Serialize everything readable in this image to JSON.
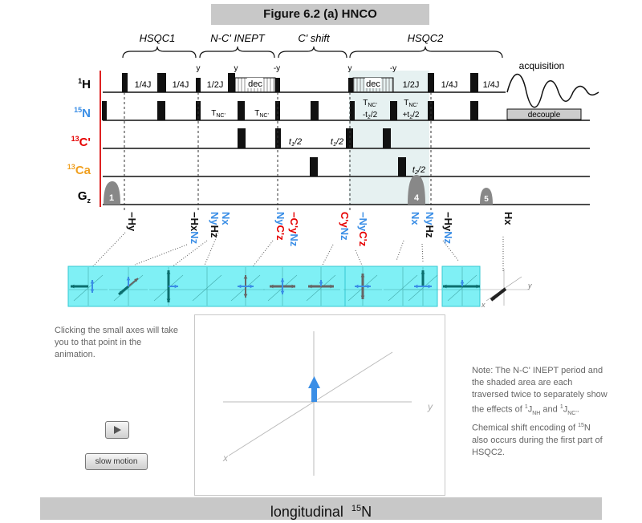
{
  "title": "Figure 6.2 (a) HNCO",
  "periods": {
    "hsqc1": "HSQC1",
    "inept": "N-C' INEPT",
    "cshift": "C' shift",
    "hsqc2": "HSQC2"
  },
  "acquisition": "acquisition",
  "channels": {
    "h": "H",
    "h_sup": "1",
    "n": "N",
    "n_sup": "15",
    "c": "C'",
    "c_sup": "13",
    "ca": "Ca",
    "ca_sup": "13",
    "gz": "G",
    "gz_sub": "z"
  },
  "pulse_phases": {
    "p1": "y",
    "p2": "y",
    "p3": "-y",
    "p4": "y",
    "p5": "-y"
  },
  "delays_h": {
    "d1": "1/4J",
    "d2": "1/4J",
    "d3": "1/2J",
    "dec1": "dec",
    "dec2": "dec",
    "d4": "1/2J",
    "d5": "1/4J",
    "d6": "1/4J"
  },
  "delays_n": {
    "tnc1": "T",
    "tnc1_sub": "NC'",
    "tnc2": "T",
    "tnc2_sub": "NC'",
    "tnc3": "T",
    "tnc3_sub": "NC'",
    "tnc3_b": "-t",
    "tnc3_b_sub": "2",
    "tnc3_b_end": "/2",
    "tnc4": "T",
    "tnc4_sub": "NC'",
    "tnc4_b": "+t",
    "tnc4_b_sub": "2",
    "tnc4_b_end": "/2"
  },
  "decouple": "decouple",
  "delays_c": {
    "t1a": "t",
    "t1a_sub": "1",
    "t1a_end": "/2",
    "t1b": "t",
    "t1b_sub": "1",
    "t1b_end": "/2"
  },
  "delays_ca": {
    "t2": "t",
    "t2_sub": "2",
    "t2_end": "/2"
  },
  "gradients": [
    "1",
    "4",
    "5"
  ],
  "states": [
    {
      "text": "−Hy",
      "colors": [
        "k",
        "k",
        "k"
      ]
    },
    {
      "text": "−HxNz",
      "colors": [
        "k",
        "k",
        "k",
        "b",
        "b"
      ]
    },
    {
      "text": "NyHz",
      "colors": [
        "b",
        "b",
        "k",
        "k"
      ]
    },
    {
      "text": "Nx",
      "colors": [
        "b",
        "b"
      ]
    },
    {
      "text": "NyC'z",
      "colors": [
        "b",
        "b",
        "r",
        "r",
        "r"
      ]
    },
    {
      "text": "−C'yNz",
      "colors": [
        "r",
        "r",
        "r",
        "r",
        "b",
        "b"
      ]
    },
    {
      "text": "C'yNz",
      "colors": [
        "r",
        "r",
        "r",
        "b",
        "b"
      ]
    },
    {
      "text": "−NyC'z",
      "colors": [
        "b",
        "b",
        "b",
        "r",
        "r",
        "r"
      ]
    },
    {
      "text": "Nx",
      "colors": [
        "b",
        "b"
      ]
    },
    {
      "text": "NyHz",
      "colors": [
        "b",
        "b",
        "k",
        "k"
      ]
    },
    {
      "text": "−HyNz",
      "colors": [
        "k",
        "k",
        "k",
        "b",
        "b"
      ]
    },
    {
      "text": "Hx",
      "colors": [
        "k",
        "k"
      ]
    }
  ],
  "thumb_axis": {
    "x": "x",
    "y": "y"
  },
  "click_hint": "Clicking the small axes will take you to that point in the animation.",
  "slow_motion": "slow motion",
  "main_axes": {
    "x": "x",
    "y": "y"
  },
  "caption": {
    "text": "longitudinal",
    "sup": "15",
    "nucleus": "N"
  },
  "note": {
    "l1": "Note: The N-C' INEPT period and the shaded area are each traversed twice to separately show the effects of ",
    "l1_sup": "1",
    "l1_j": "J",
    "l1_sub": "NH",
    "l1_and": " and ",
    "l1_sup2": "1",
    "l1_j2": "J",
    "l1_sub2": "NC'",
    "l1_end": ".",
    "l2": "Chemical shift encoding of ",
    "l2_sup": "15",
    "l2_end": "N also occurs during the first part of HSQC2."
  },
  "colors": {
    "blue": "#3a8ee6",
    "red": "#e60000",
    "orange": "#f0a020",
    "cyan": "#7ff0f5",
    "shade": "#e6f1f1",
    "black": "#111111"
  }
}
